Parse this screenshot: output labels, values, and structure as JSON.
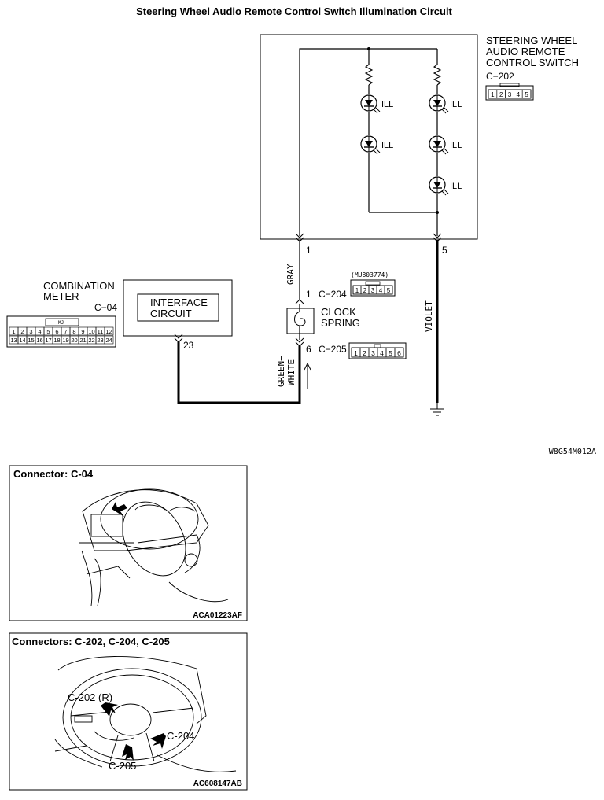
{
  "title": "Steering Wheel Audio Remote Control Switch Illumination Circuit",
  "switch_label": [
    "STEERING WHEEL",
    "AUDIO REMOTE",
    "CONTROL SWITCH"
  ],
  "c202": "C−202",
  "c202_pins": [
    "1",
    "2",
    "3",
    "4",
    "5"
  ],
  "ill_label": "ILL",
  "pin_1": "1",
  "pin_5": "5",
  "wire_gray": "GRAY",
  "wire_violet": "VIOLET",
  "wire_green": "GREEN−",
  "wire_white": "WHITE",
  "part_number": "(MU803774)",
  "c204_pin": "1",
  "c204": "C−204",
  "c204_pins": [
    "1",
    "2",
    "3",
    "4",
    "5"
  ],
  "clock_spring": [
    "CLOCK",
    "SPRING"
  ],
  "c205_pin": "6",
  "c205": "C−205",
  "c205_pins": [
    "1",
    "2",
    "3",
    "4",
    "5",
    "6"
  ],
  "meter_label": [
    "COMBINATION",
    "METER"
  ],
  "c04": "C−04",
  "c04_top_pins": [
    "1",
    "2",
    "3",
    "4",
    "5",
    "6",
    "7",
    "8",
    "9",
    "10",
    "11",
    "12"
  ],
  "c04_bottom_pins": [
    "13",
    "14",
    "15",
    "16",
    "17",
    "18",
    "19",
    "20",
    "21",
    "22",
    "23",
    "24"
  ],
  "c04_tab": "MJ",
  "interface_circuit": [
    "INTERFACE",
    "CIRCUIT"
  ],
  "meter_pin": "23",
  "figure_code": "W8G54M012A",
  "panel1": {
    "title": "Connector: C-04",
    "code": "ACA01223AF"
  },
  "panel2": {
    "title": "Connectors: C-202, C-204, C-205",
    "callouts": [
      "C-202 (R)",
      "C-204",
      "C-205"
    ],
    "code": "AC608147AB"
  }
}
